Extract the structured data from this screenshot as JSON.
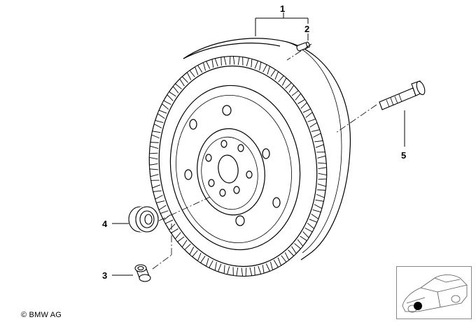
{
  "parts": [
    {
      "id": "flywheel",
      "label": "1"
    },
    {
      "id": "dowel-pin",
      "label": "2"
    },
    {
      "id": "sleeve",
      "label": "3"
    },
    {
      "id": "ball-bearing",
      "label": "4"
    },
    {
      "id": "flywheel-bolt",
      "label": "5"
    }
  ],
  "copyright": "© BMW AG",
  "colors": {
    "line": "#000000",
    "background": "#ffffff",
    "inset_border": "#888888",
    "marker": "#000000"
  }
}
